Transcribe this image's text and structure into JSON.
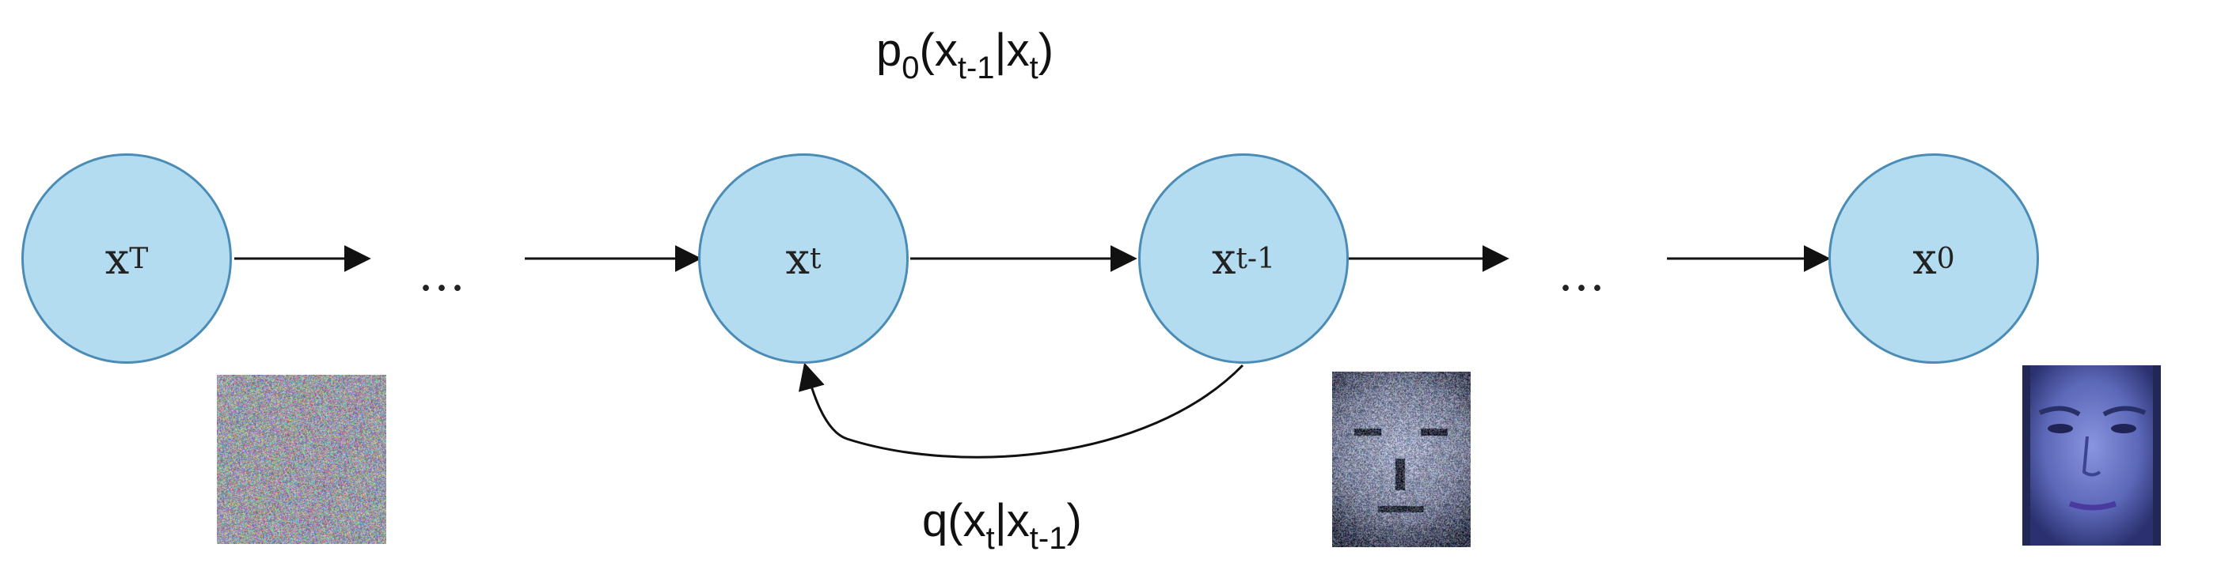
{
  "nodes": {
    "xT": {
      "base": "x",
      "sub": "T"
    },
    "xt": {
      "base": "x",
      "sub": "t"
    },
    "xt1": {
      "base": "x",
      "sub": "t-1"
    },
    "x0": {
      "base": "x",
      "sub": "0"
    }
  },
  "ellipsis": "…",
  "reverse_label": {
    "a": "p",
    "a_sub": "0",
    "b": "(x",
    "b_sub": "t-1",
    "c": "|x",
    "c_sub": "t",
    "d": ")"
  },
  "forward_label": {
    "a": "q(x",
    "a_sub": "t",
    "b": "|x",
    "b_sub": "t-1",
    "c": ")"
  },
  "colors": {
    "node_fill": "#b4dcf0",
    "node_stroke": "#4a8cb6",
    "arrow": "#111111"
  }
}
